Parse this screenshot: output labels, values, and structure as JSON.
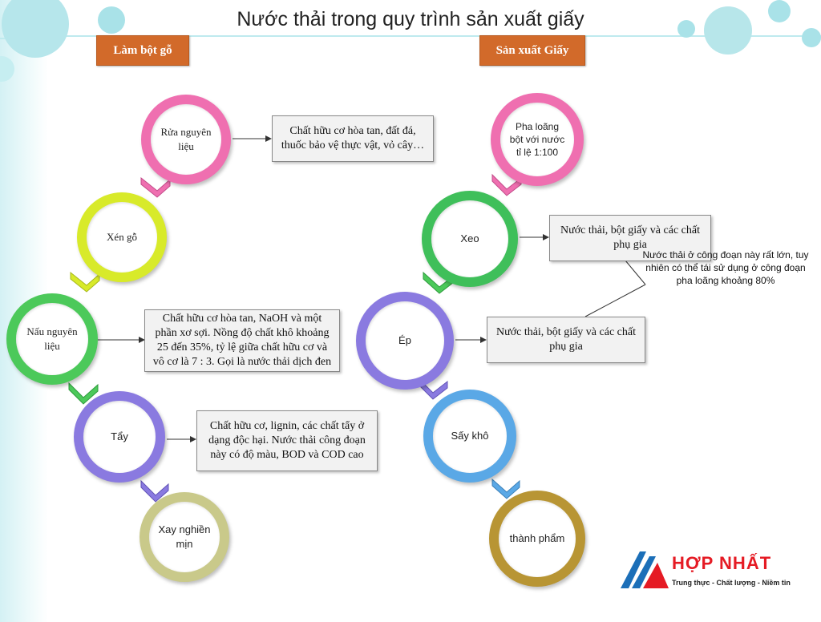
{
  "title": "Nước thải trong quy trình sản xuất giấy",
  "headers": {
    "left": "Làm bột gỗ",
    "right": "Sản xuất Giấy"
  },
  "left_steps": [
    {
      "label": "Rửa nguyên liệu",
      "color": "#ef6fb0"
    },
    {
      "label": "Xén gỗ",
      "color": "#d8ea2a"
    },
    {
      "label": "Nấu nguyên liệu",
      "color": "#4cc95a"
    },
    {
      "label": "Tẩy",
      "color": "#8a7ae0"
    },
    {
      "label": "Xay nghiền mịn",
      "color": "#c9c98a"
    }
  ],
  "right_steps": [
    {
      "label": "Pha loãng bột với nước tỉ lệ 1:100",
      "color": "#ef6fb0"
    },
    {
      "label": "Xeo",
      "color": "#3fbf5a"
    },
    {
      "label": "Ép",
      "color": "#8a7ae0"
    },
    {
      "label": "Sấy khô",
      "color": "#5aa8e6"
    },
    {
      "label": "thành phẩm",
      "color": "#b89534"
    }
  ],
  "left_boxes": [
    "Chất hữu cơ hòa tan, đất đá, thuốc bảo vệ thực vật, vỏ cây…",
    "Chất hữu cơ hòa tan, NaOH và một phần xơ sợi. Nồng độ chất khô khoảng 25 đến 35%, tỷ lệ giữa chất hữu cơ và vô cơ là 7 : 3. Gọi là nước thải dịch đen",
    "Chất hữu cơ, lignin, các chất tẩy ở dạng độc hại. Nước thải công đoạn này có độ màu, BOD và COD cao"
  ],
  "right_boxes": [
    "Nước thải, bột giấy và các chất phụ gia",
    "Nước thải, bột giấy và các chất phụ gia"
  ],
  "note": "Nước thải ở công đoạn này rất lớn, tuy nhiên có thể tái sử dụng ở công đoạn pha loãng khoảng 80%",
  "logo": {
    "name": "HỢP NHẤT",
    "slogan": "Trung thực - Chất lượng - Niềm tin"
  },
  "colors": {
    "header_bg": "#d26a2a",
    "logo_red": "#e51b24",
    "logo_blue": "#1c6fb8"
  }
}
